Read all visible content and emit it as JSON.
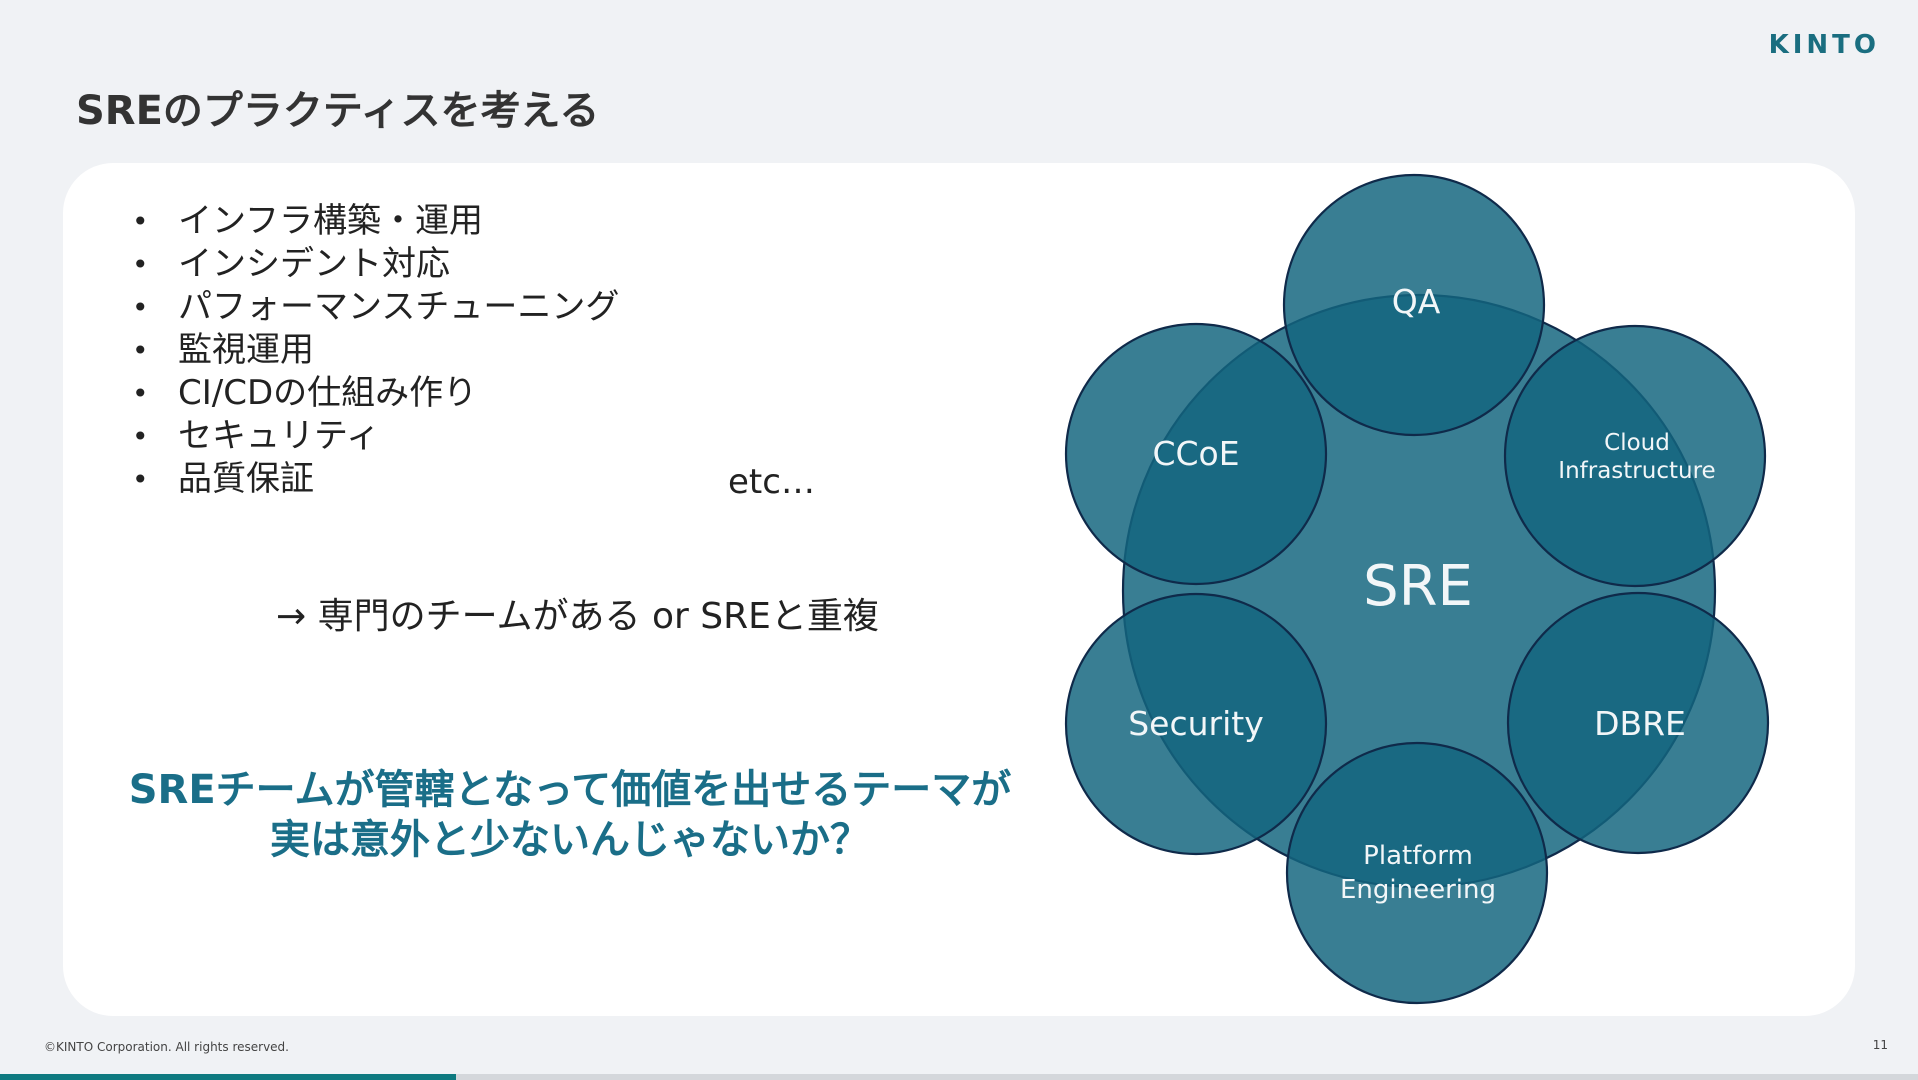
{
  "brand": {
    "logo_text": "KINTO"
  },
  "slide": {
    "title": "SREのプラクティスを考える",
    "bullets": [
      "インフラ構築・運用",
      "インシデント対応",
      "パフォーマンスチューニング",
      "監視運用",
      "CI/CDの仕組み作り",
      "セキュリティ",
      "品質保証"
    ],
    "etc": "etc…",
    "arrow_note": "→ 専門のチームがある or SREと重複",
    "question_line1": "SREチームが管轄となって価値を出せるテーマが",
    "question_line2": "実は意外と少ないんじゃないか？"
  },
  "diagram": {
    "center_label": "SRE",
    "circles": {
      "qa": "QA",
      "ccoe": "CCoE",
      "cloud_line1": "Cloud",
      "cloud_line2": "Infrastructure",
      "security": "Security",
      "dbre": "DBRE",
      "platform_line1": "Platform",
      "platform_line2": "Engineering"
    },
    "colors": {
      "fill": "#13657e",
      "stroke": "#0f2a4a",
      "text": "#f2f6f8"
    }
  },
  "footer": {
    "copyright": "©KINTO Corporation. All rights reserved.",
    "page_number": "11",
    "progress": 0.238
  }
}
